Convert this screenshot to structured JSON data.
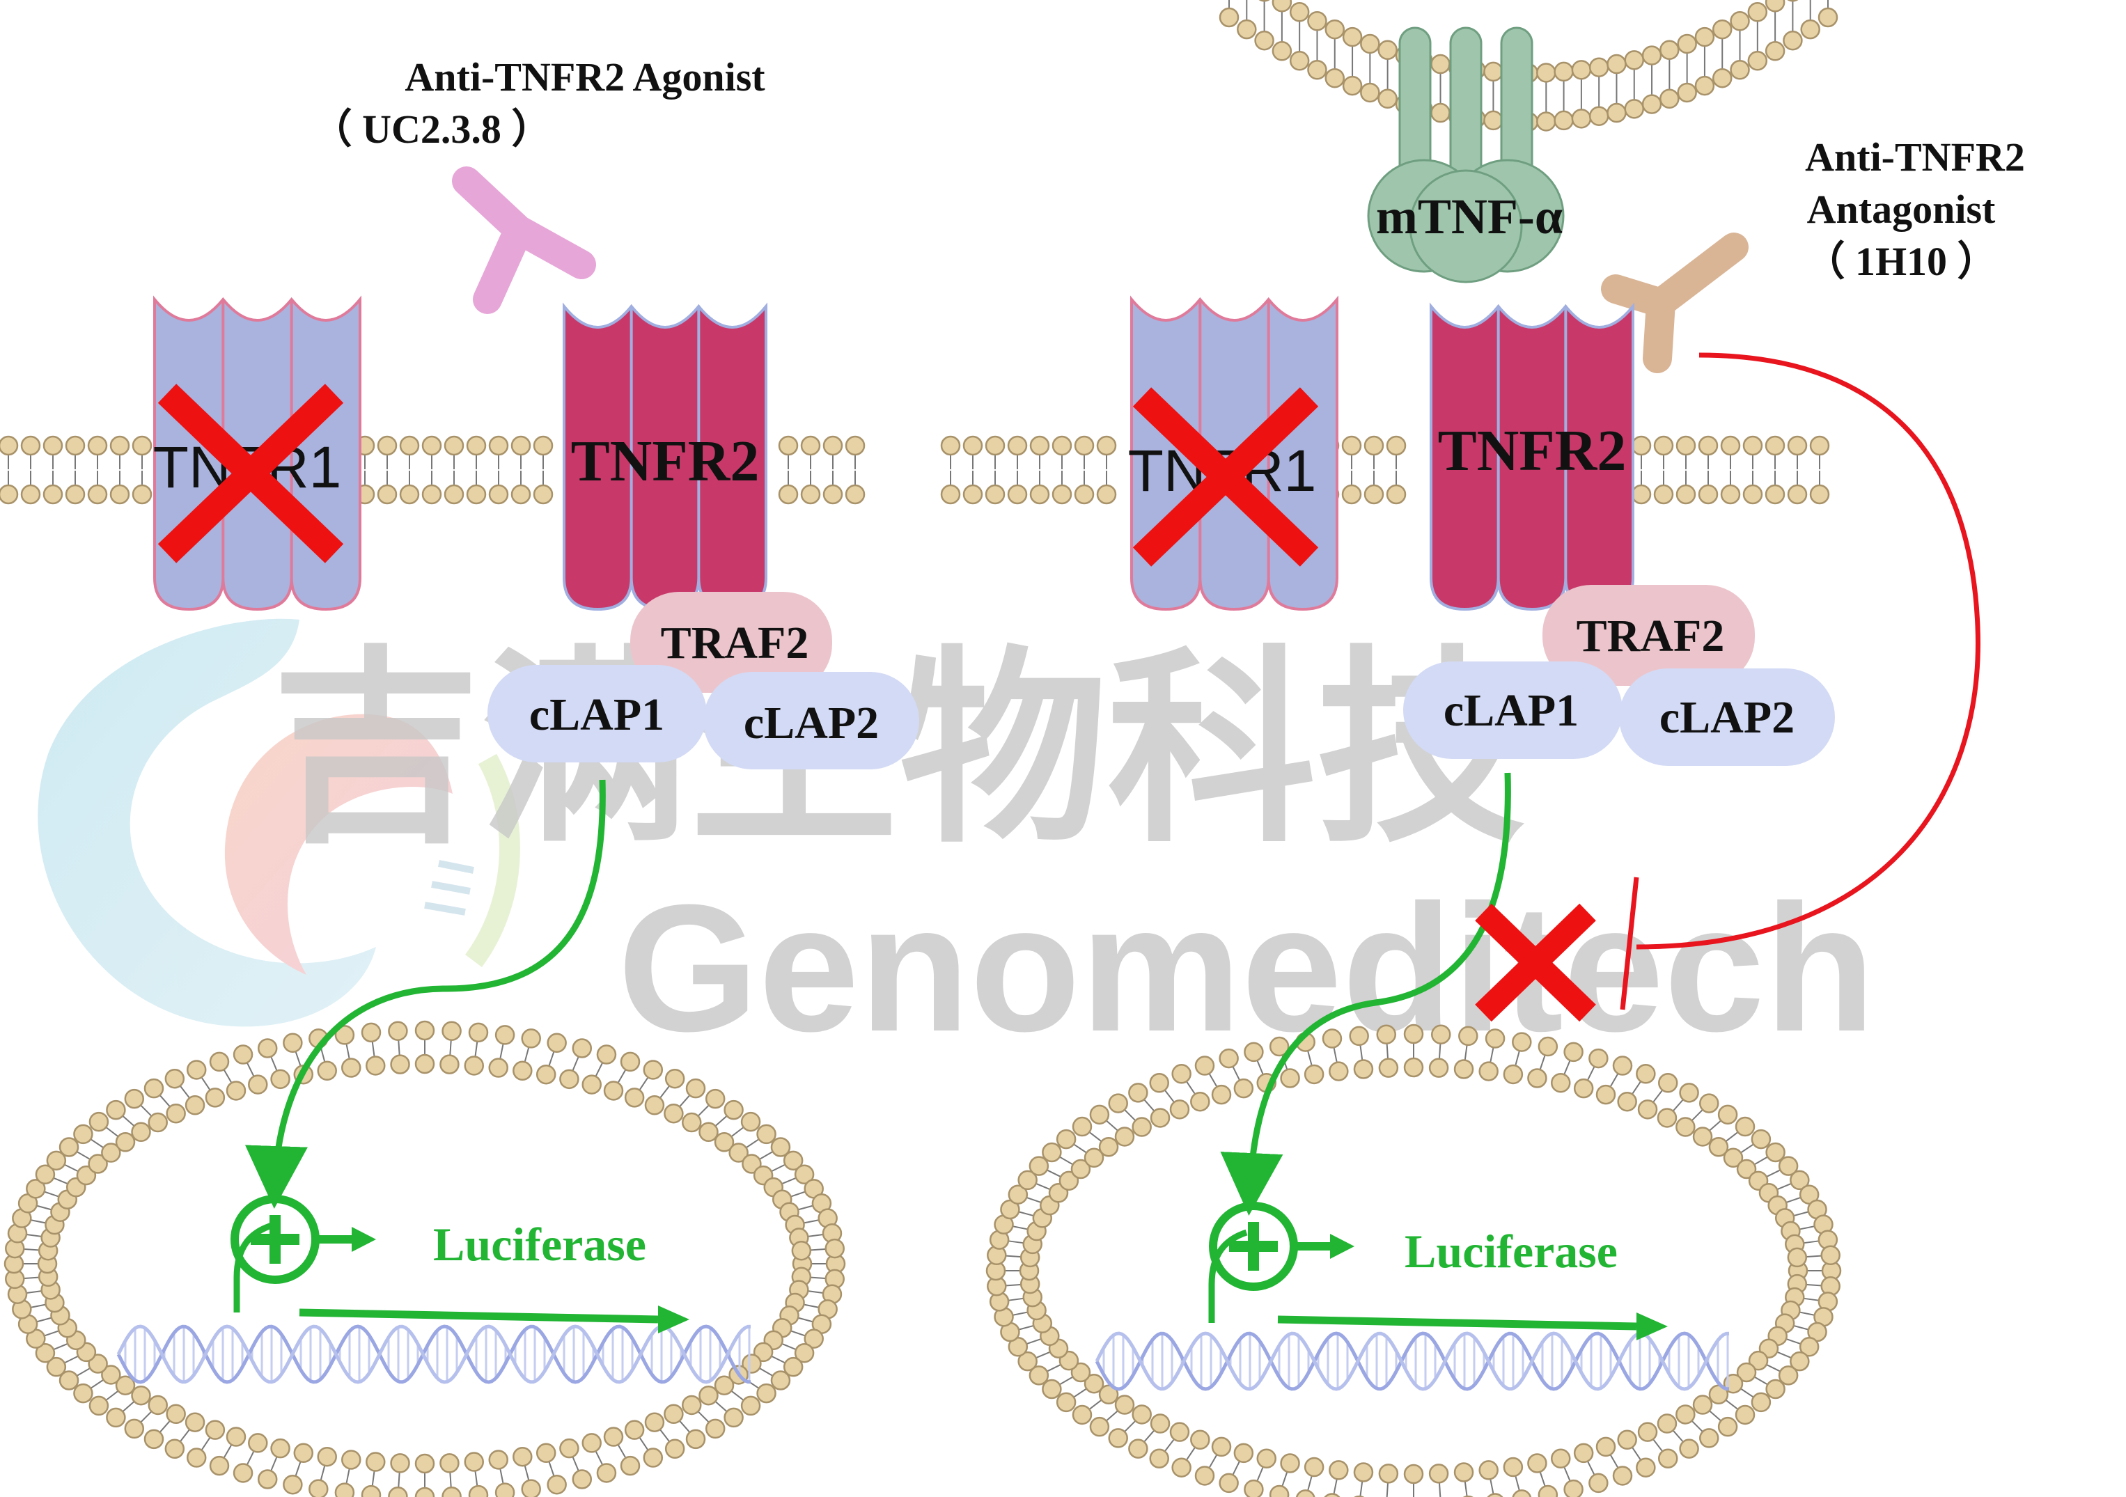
{
  "watermark": {
    "chinese": "吉满生物科技",
    "latin": "Genomeditech"
  },
  "left_panel": {
    "agonist_label": "Anti-TNFR2 Agonist",
    "agonist_clone": "（ UC2.3.8 ）",
    "receptor1": "TNFR1",
    "receptor2": "TNFR2",
    "adaptor": "TRAF2",
    "clap1": "cLAP1",
    "clap2": "cLAP2",
    "reporter": "Luciferase"
  },
  "right_panel": {
    "ligand": "mTNF-α",
    "antagonist_label_line1": "Anti-TNFR2",
    "antagonist_label_line2": "Antagonist",
    "antagonist_clone": "（ 1H10 ）",
    "receptor1": "TNFR1",
    "receptor2": "TNFR2",
    "adaptor": "TRAF2",
    "clap1": "cLAP1",
    "clap2": "cLAP2",
    "reporter": "Luciferase"
  },
  "colors": {
    "tnfr1_fill": "#a9b3de",
    "tnfr1_edge": "#e07a9a",
    "tnfr2_fill": "#c8396a",
    "tnfr2_edge": "#a0aee0",
    "traf2": "#ecc5cc",
    "clap": "#d3daf5",
    "lipid_head": "#e6d2a5",
    "lipid_edge": "#a8926a",
    "signal_green": "#22b534",
    "inhibit_red": "#e8141e",
    "agonist_antibody": "#e7a6d8",
    "antagonist_antibody": "#d9b596",
    "mtnf": "#9fc6ad"
  }
}
